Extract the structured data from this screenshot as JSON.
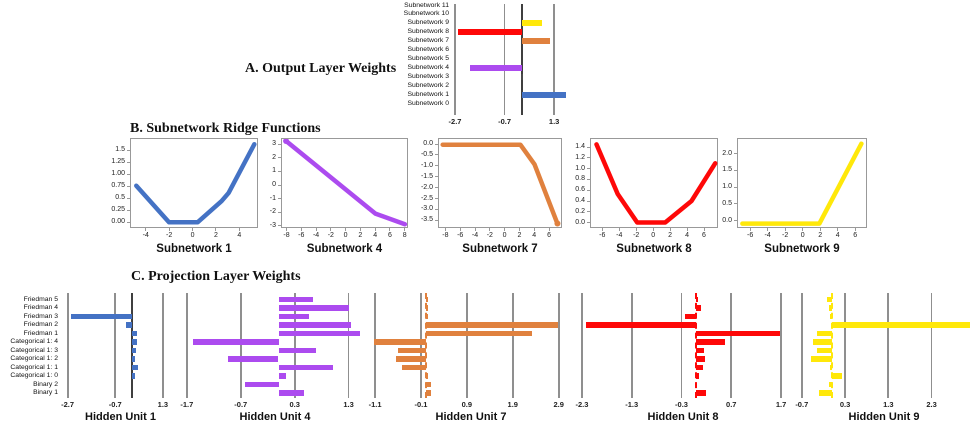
{
  "panels": {
    "a_title": "A. Output Layer Weights",
    "b_title": "B. Subnetwork Ridge Functions",
    "c_title": "C. Projection Layer Weights"
  },
  "colors": {
    "blue": "#4472C4",
    "purple": "#AC4BEF",
    "orange": "#E0813E",
    "red": "#FE0808",
    "yellow": "#FFE80A",
    "dark": "#4a4a4a",
    "grid": "#8f8f8f",
    "zero_axis": "#3f3f3f",
    "text": "#1a1a1a"
  },
  "chart_data": [
    {
      "id": "output_weights",
      "type": "bar",
      "orientation": "horizontal",
      "categories": [
        "Subnetwork 11",
        "Subnetwork 10",
        "Subnetwork 9",
        "Subnetwork 8",
        "Subnetwork 7",
        "Subnetwork 6",
        "Subnetwork 5",
        "Subnetwork 4",
        "Subnetwork 3",
        "Subnetwork 2",
        "Subnetwork 1",
        "Subnetwork 0"
      ],
      "values": [
        0,
        0,
        0.8,
        -2.56,
        1.15,
        0,
        0,
        -2.09,
        -0.05,
        0,
        1.78,
        0
      ],
      "bar_colors": [
        null,
        null,
        "yellow",
        "red",
        "orange",
        null,
        null,
        "purple",
        "dark",
        null,
        "blue",
        null
      ],
      "xticks": [
        -2.7,
        -0.7,
        1.3
      ],
      "xlim": [
        -2.7,
        1.9
      ],
      "zero_line": "solid"
    },
    {
      "id": "sub1",
      "type": "line",
      "series_color": "blue",
      "xlabel": "Subnetwork 1",
      "x": [
        -4.9,
        -2.1,
        0.35,
        2.4,
        3.0,
        5.2
      ],
      "y": [
        0.78,
        0.02,
        0.02,
        0.46,
        0.63,
        1.64
      ],
      "xticks": [
        -4,
        -2,
        0,
        2,
        4
      ],
      "yticks": [
        "1.5",
        "1.25",
        "1.00",
        "0.75",
        "0.5",
        "0.25",
        "0.00"
      ],
      "xlim": [
        -5.35,
        5.6
      ],
      "ylim": [
        -0.12,
        1.75
      ]
    },
    {
      "id": "sub4",
      "type": "line",
      "series_color": "purple",
      "xlabel": "Subnetwork 4",
      "x": [
        -8.2,
        3.9,
        7.9
      ],
      "y": [
        3.3,
        -2.02,
        -2.8
      ],
      "xticks": [
        -8,
        -6,
        -4,
        -2,
        0,
        2,
        4,
        6,
        8
      ],
      "yticks": [
        "3",
        "2",
        "1",
        "0",
        "-1",
        "-2",
        "-3"
      ],
      "xlim": [
        -8.75,
        8.45
      ],
      "ylim": [
        -3.15,
        3.45
      ],
      "marker": "start"
    },
    {
      "id": "sub7",
      "type": "line",
      "series_color": "orange",
      "xlabel": "Subnetwork 7",
      "x": [
        -8.5,
        2.0,
        3.9,
        7.0
      ],
      "y": [
        0.02,
        0.02,
        -0.88,
        -3.6
      ],
      "xticks": [
        -8,
        -6,
        -4,
        -2,
        0,
        2,
        4,
        6
      ],
      "yticks": [
        "0.0",
        "-0.5",
        "-1.0",
        "-1.5",
        "-2.0",
        "-2.5",
        "-3.0",
        "-3.5"
      ],
      "xlim": [
        -9.0,
        7.75
      ],
      "ylim": [
        -3.85,
        0.28
      ],
      "marker": "end"
    },
    {
      "id": "sub8",
      "type": "line",
      "series_color": "red",
      "xlabel": "Subnetwork 8",
      "x": [
        -6.8,
        -4.3,
        -2.0,
        1.3,
        4.4,
        7.2
      ],
      "y": [
        1.47,
        0.55,
        0.02,
        0.02,
        0.42,
        1.12
      ],
      "xticks": [
        -6,
        -4,
        -2,
        0,
        2,
        4,
        6
      ],
      "yticks": [
        "1.4",
        "1.2",
        "1.0",
        "0.8",
        "0.6",
        "0.4",
        "0.2",
        "0.0"
      ],
      "xlim": [
        -7.45,
        7.65
      ],
      "ylim": [
        -0.1,
        1.57
      ]
    },
    {
      "id": "sub9",
      "type": "line",
      "series_color": "yellow",
      "xlabel": "Subnetwork 9",
      "x": [
        -7.0,
        1.8,
        6.6
      ],
      "y": [
        -0.06,
        -0.06,
        2.33
      ],
      "xticks": [
        -6,
        -4,
        -2,
        0,
        2,
        4,
        6
      ],
      "yticks": [
        "2.0",
        "1.5",
        "1.0",
        "0.5",
        "0.0"
      ],
      "xlim": [
        -7.5,
        7.35
      ],
      "ylim": [
        -0.22,
        2.47
      ]
    },
    {
      "id": "hu1",
      "type": "bar",
      "orientation": "horizontal",
      "xlabel": "Hidden Unit 1",
      "series_color": "blue",
      "categories": [
        "Friedman 5",
        "Friedman 4",
        "Friedman 3",
        "Friedman 2",
        "Friedman 1",
        "Categorical 1: 4",
        "Categorical 1: 3",
        "Categorical 1: 2",
        "Categorical 1: 1",
        "Categorical 1: 0",
        "Binary 2",
        "Binary 1"
      ],
      "values": [
        0,
        0,
        -2.55,
        -0.24,
        0.2,
        0.21,
        0.18,
        0.15,
        0.27,
        0.14,
        0,
        0
      ],
      "xticks": [
        -2.7,
        -0.7,
        1.3
      ],
      "xlim": [
        -3.02,
        2.06
      ],
      "zero_line": "solid"
    },
    {
      "id": "hu4",
      "type": "bar",
      "orientation": "horizontal",
      "xlabel": "Hidden Unit 4",
      "series_color": "purple",
      "values": [
        0.64,
        1.31,
        0.57,
        1.34,
        1.51,
        -1.59,
        0.69,
        -0.93,
        1.01,
        0.14,
        -0.62,
        0.48
      ],
      "xticks": [
        -1.7,
        -0.7,
        0.3,
        1.3
      ],
      "xlim": [
        -1.79,
        1.66
      ],
      "zero_line": "none"
    },
    {
      "id": "hu7",
      "type": "bar",
      "orientation": "horizontal",
      "xlabel": "Hidden Unit 7",
      "series_color": "orange",
      "values": [
        0.05,
        0.05,
        0.03,
        2.88,
        2.32,
        -1.12,
        -0.59,
        -0.64,
        -0.51,
        0.05,
        0.12,
        0.12
      ],
      "xticks": [
        -1.1,
        -0.1,
        0.9,
        1.9,
        2.9
      ],
      "xlim": [
        -1.21,
        3.19
      ],
      "zero_line": "dashed"
    },
    {
      "id": "hu8",
      "type": "bar",
      "orientation": "horizontal",
      "xlabel": "Hidden Unit 8",
      "series_color": "red",
      "values": [
        0.04,
        0.1,
        -0.22,
        -2.21,
        1.68,
        0.57,
        0.15,
        0.17,
        0.13,
        0.05,
        0,
        0.2
      ],
      "xticks": [
        -2.3,
        -1.3,
        -0.3,
        0.7,
        1.7
      ],
      "xlim": [
        -2.42,
        1.88
      ],
      "zero_line": "dashed"
    },
    {
      "id": "hu9",
      "type": "bar",
      "orientation": "horizontal",
      "xlabel": "Hidden Unit 9",
      "series_color": "yellow",
      "values": [
        -0.11,
        -0.07,
        -0.04,
        3.18,
        -0.35,
        -0.43,
        -0.35,
        -0.48,
        -0.04,
        0.23,
        -0.06,
        -0.3
      ],
      "xticks": [
        -0.7,
        0.3,
        1.3,
        2.3
      ],
      "xlim": [
        -0.88,
        3.28
      ],
      "zero_line": "dashed"
    }
  ]
}
